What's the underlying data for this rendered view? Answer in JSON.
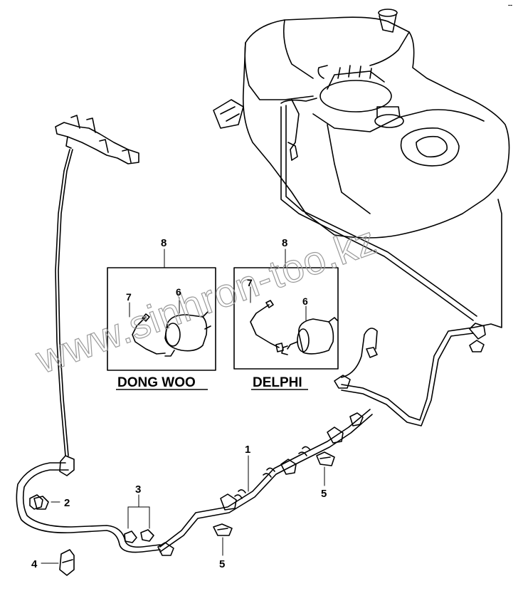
{
  "watermark": "www.sinhron-too.kz",
  "corner_mark": "--",
  "callouts": [
    {
      "id": "c1",
      "text": "1"
    },
    {
      "id": "c2",
      "text": "2"
    },
    {
      "id": "c3",
      "text": "3"
    },
    {
      "id": "c4",
      "text": "4"
    },
    {
      "id": "c5a",
      "text": "5"
    },
    {
      "id": "c5b",
      "text": "5"
    },
    {
      "id": "c6a",
      "text": "6"
    },
    {
      "id": "c6b",
      "text": "6"
    },
    {
      "id": "c7a",
      "text": "7"
    },
    {
      "id": "c7b",
      "text": "7"
    },
    {
      "id": "c8a",
      "text": "8"
    },
    {
      "id": "c8b",
      "text": "8"
    }
  ],
  "variants": {
    "left": {
      "name": "DONG WOO"
    },
    "right": {
      "name": "DELPHI"
    }
  }
}
